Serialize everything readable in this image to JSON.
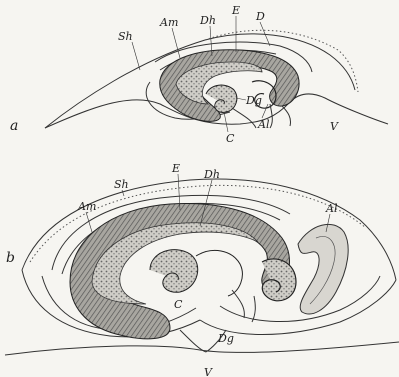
{
  "figure_a": {
    "panel_letter": "a",
    "labels": {
      "sh": "Sh",
      "am": "Am",
      "dh": "Dh",
      "e": "E",
      "d": "D",
      "dg": "Dg",
      "c": "C",
      "al": "Al",
      "v": "V"
    }
  },
  "figure_b": {
    "panel_letter": "b",
    "labels": {
      "sh": "Sh",
      "am": "Am",
      "e": "E",
      "dh": "Dh",
      "al": "Al",
      "c": "C",
      "dg": "Dg",
      "v": "V"
    }
  }
}
